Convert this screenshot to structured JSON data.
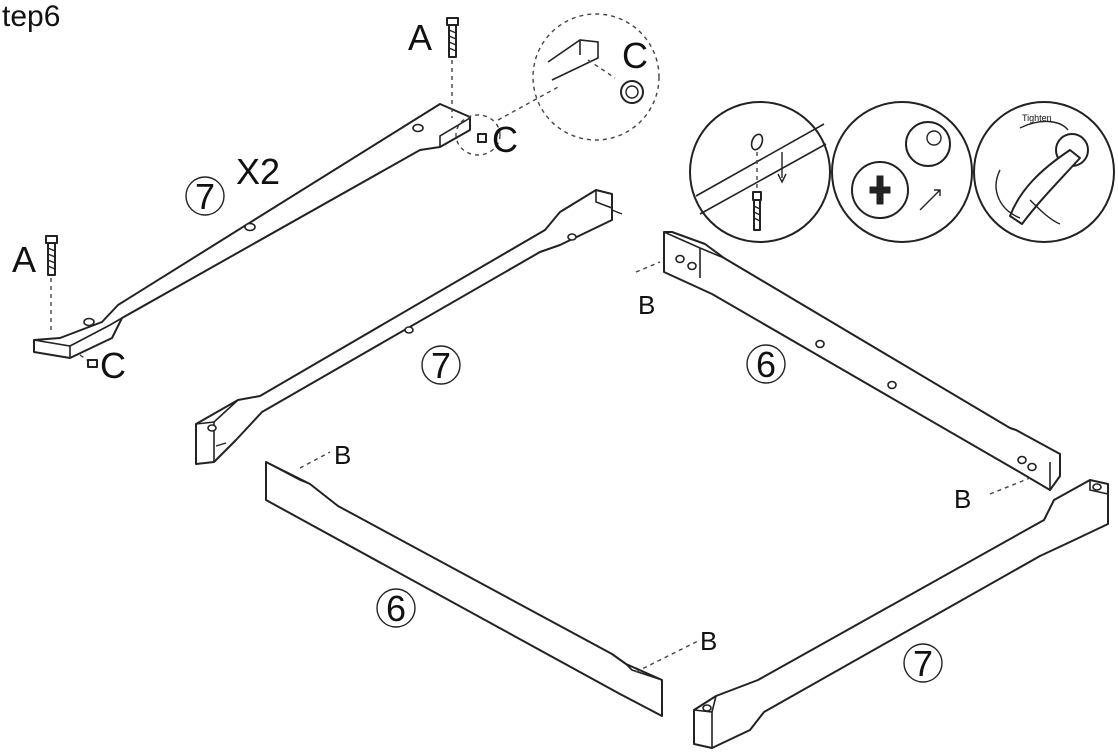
{
  "step_title": "tep6",
  "multiplier": "X2",
  "part_labels": {
    "part7": "7",
    "part6": "6"
  },
  "hardware": {
    "A": "A",
    "B": "B",
    "C": "C"
  },
  "inset_tighten": "Tighten"
}
